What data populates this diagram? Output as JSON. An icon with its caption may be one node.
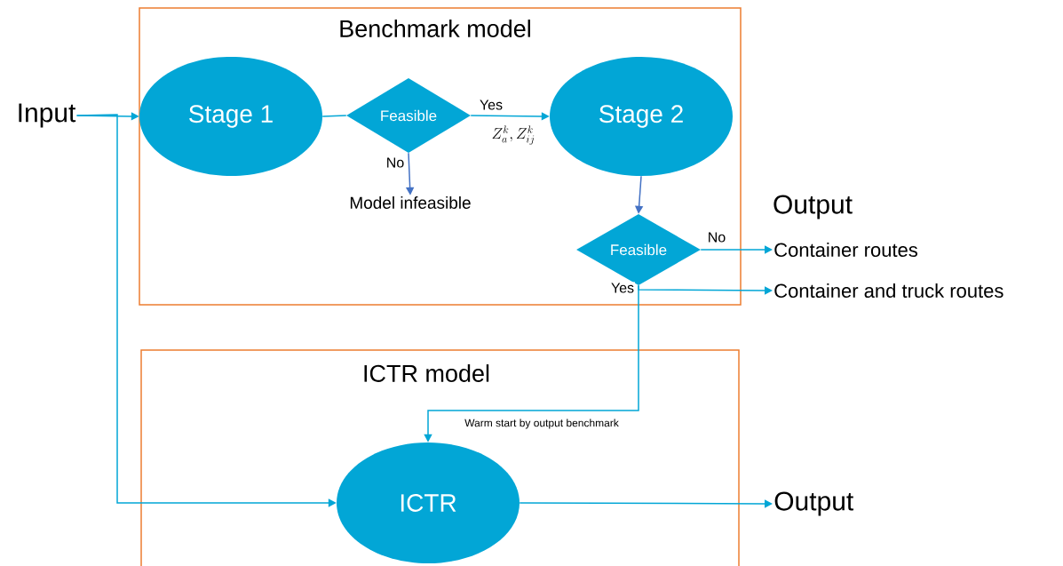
{
  "diagram": {
    "nodes": [
      {
        "text": [
          "Input"
        ]
      },
      {
        "text": [
          "Benchmark model"
        ]
      },
      {
        "text": [
          "Stage 1"
        ],
        "in": 1
      },
      {
        "text": [
          "Feasible"
        ],
        "in": 1
      },
      {
        "text": [
          "Stage 2"
        ],
        "in": 1
      },
      {
        "text": [
          "Model infeasible"
        ],
        "in": 1
      },
      {
        "text": [
          "Feasible"
        ],
        "in": 1
      },
      {
        "text": [
          "Container routes"
        ]
      },
      {
        "text": [
          "Container and truck routes"
        ]
      },
      {
        "text": [
          "ICTR model"
        ]
      },
      {
        "text": [
          "ICTR"
        ],
        "in": 9
      },
      {
        "text": [
          "Output"
        ]
      }
    ],
    "edges": [
      {
        "from": 0,
        "to": 2,
        "arrow": "to"
      },
      {
        "from": 0,
        "to": 10,
        "arrow": "to"
      },
      {
        "from": 2,
        "to": 3,
        "arrow": "none"
      },
      {
        "from": 3,
        "to": 4,
        "arrow": "to",
        "label": "Yes"
      },
      {
        "from": 3,
        "to": 5,
        "arrow": "to",
        "label": "No",
        "color": "#4472c4"
      },
      {
        "from": 4,
        "to": 6,
        "arrow": "to",
        "color": "#4472c4"
      },
      {
        "from": 6,
        "to": 7,
        "arrow": "to",
        "label": "No"
      },
      {
        "from": 6,
        "to": 8,
        "arrow": "to",
        "label": "Yes"
      },
      {
        "from": 6,
        "to": 10,
        "arrow": "to",
        "label": "Warm start by output benchmark"
      },
      {
        "from": 10,
        "to": 11,
        "arrow": "to"
      }
    ],
    "labels": [
      "Z_a^k, Z_{ij}^k",
      "Output"
    ]
  }
}
